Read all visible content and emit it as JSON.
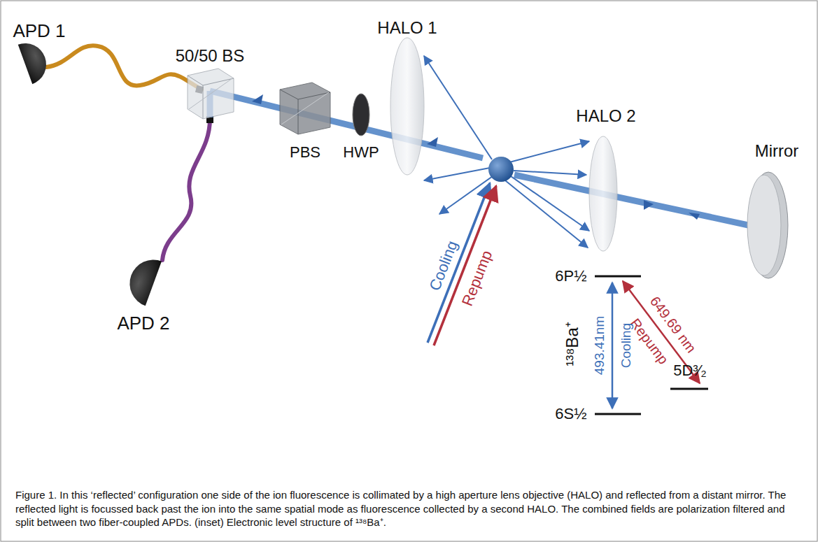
{
  "diagram": {
    "caption": "Figure 1. In this ‘reflected’ configuration one side of the ion fluorescence is collimated by a high aperture lens objective (HALO) and reflected from a distant mirror. The reflected light is focussed back past the ion into the same spatial mode as fluorescence collected by a second HALO. The combined fields are polarization filtered and split between two fiber-coupled APDs. (inset) Electronic level structure of ¹³⁸Ba⁺.",
    "labels": [
      "APD 1",
      "50/50 BS",
      "HALO 1",
      "HALO 2",
      "Mirror",
      "PBS",
      "HWP",
      "APD 2",
      "Cooling",
      "Repump",
      "6P½",
      "649.69 nm",
      "Repump",
      "¹³⁸Ba⁺",
      "493.41nm",
      "Cooling",
      "5D³⁄₂",
      "6S½"
    ]
  }
}
